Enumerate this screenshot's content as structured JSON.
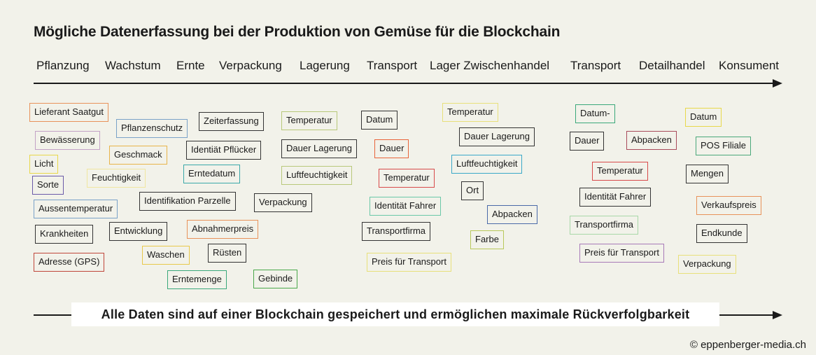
{
  "title": "Mögliche Datenerfassung bei der Produktion von Gemüse für die Blockchain",
  "stages": [
    "Pflanzung",
    "Wachstum",
    "Ernte",
    "Verpackung",
    "Lagerung",
    "Transport",
    "Lager Zwischenhandel",
    "Transport",
    "Detailhandel",
    "Konsument"
  ],
  "boxes": [
    {
      "label": "Lieferant Saatgut",
      "color": "#e8925a"
    },
    {
      "label": "Bewässerung",
      "color": "#c3a2c6"
    },
    {
      "label": "Licht",
      "color": "#e8d84a"
    },
    {
      "label": "Sorte",
      "color": "#6a5aa8"
    },
    {
      "label": "Aussentemperatur",
      "color": "#7aa2c8"
    },
    {
      "label": "Krankheiten",
      "color": "#333333"
    },
    {
      "label": "Adresse (GPS)",
      "color": "#c0463a"
    },
    {
      "label": "Pflanzenschutz",
      "color": "#7aa2c8"
    },
    {
      "label": "Geschmack",
      "color": "#e8b44a"
    },
    {
      "label": "Feuchtigkeit",
      "color": "#f0e6a0"
    },
    {
      "label": "Entwicklung",
      "color": "#333333"
    },
    {
      "label": "Zeiterfassung",
      "color": "#333333"
    },
    {
      "label": "Identiät Pflücker",
      "color": "#333333"
    },
    {
      "label": "Erntedatum",
      "color": "#3aa8a8"
    },
    {
      "label": "Identifikation Parzelle",
      "color": "#333333"
    },
    {
      "label": "Abnahmerpreis",
      "color": "#e8925a"
    },
    {
      "label": "Waschen",
      "color": "#e8c84a"
    },
    {
      "label": "Rüsten",
      "color": "#333333"
    },
    {
      "label": "Erntemenge",
      "color": "#3aa87a"
    },
    {
      "label": "Verpackung",
      "color": "#333333"
    },
    {
      "label": "Temperatur",
      "color": "#b8c87a"
    },
    {
      "label": "Dauer Lagerung",
      "color": "#333333"
    },
    {
      "label": "Luftfeuchtigkeit",
      "color": "#b8c87a"
    },
    {
      "label": "Gebinde",
      "color": "#4aa84a"
    },
    {
      "label": "Datum",
      "color": "#333333"
    },
    {
      "label": "Dauer",
      "color": "#e8643a"
    },
    {
      "label": "Temperatur",
      "color": "#d84a4a"
    },
    {
      "label": "Identität Fahrer",
      "color": "#6ac8a8"
    },
    {
      "label": "Transportfirma",
      "color": "#333333"
    },
    {
      "label": "Preis für Transport",
      "color": "#e8e07a"
    },
    {
      "label": "Temperatur",
      "color": "#e8e07a"
    },
    {
      "label": "Dauer Lagerung",
      "color": "#333333"
    },
    {
      "label": "Luftfeuchtigkeit",
      "color": "#3aa8c8"
    },
    {
      "label": "Ort",
      "color": "#333333"
    },
    {
      "label": "Abpacken",
      "color": "#4a6aa8"
    },
    {
      "label": "Farbe",
      "color": "#b8c85a"
    },
    {
      "label": "Datum-",
      "color": "#3aa87a"
    },
    {
      "label": "Dauer",
      "color": "#333333"
    },
    {
      "label": "Abpacken",
      "color": "#a84a5a"
    },
    {
      "label": "Temperatur",
      "color": "#d84a4a"
    },
    {
      "label": "Identität Fahrer",
      "color": "#333333"
    },
    {
      "label": "Transportfirma",
      "color": "#a8d8a8"
    },
    {
      "label": "Preis für Transport",
      "color": "#a87ab8"
    },
    {
      "label": "Datum",
      "color": "#e8d84a"
    },
    {
      "label": "POS Filiale",
      "color": "#4aa87a"
    },
    {
      "label": "Mengen",
      "color": "#333333"
    },
    {
      "label": "Verkaufspreis",
      "color": "#e8925a"
    },
    {
      "label": "Endkunde",
      "color": "#333333"
    },
    {
      "label": "Verpackung",
      "color": "#e8e07a"
    }
  ],
  "footer": "Alle Daten sind auf einer Blockchain gespeichert und ermöglichen maximale Rückverfolgbarkeit",
  "copyright": "© eppenberger-media.ch"
}
